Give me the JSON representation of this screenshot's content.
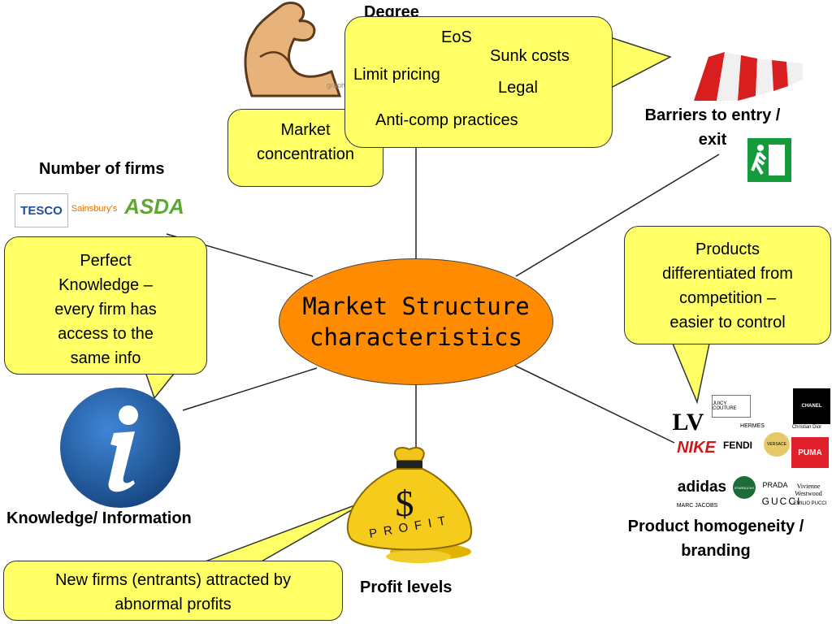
{
  "center": {
    "line1": "Market Structure",
    "line2": "characteristics"
  },
  "top": {
    "title_partial": "Degree",
    "callout": {
      "items": [
        "EoS",
        "Sunk costs",
        "Limit pricing",
        "Legal",
        "Anti-comp practices"
      ]
    },
    "market_concentration": {
      "line1": "Market",
      "line2": "concentration"
    }
  },
  "barriers": {
    "line1": "Barriers to entry /",
    "line2": "exit"
  },
  "number_of_firms": {
    "label": "Number of firms",
    "logos": [
      "TESCO",
      "Sainsbury's",
      "ASDA"
    ]
  },
  "perfect_knowledge": {
    "lines": [
      "Perfect",
      "Knowledge –",
      "every firm has",
      "access to the",
      "same info"
    ]
  },
  "knowledge_label": "Knowledge/ Information",
  "products_bubble": {
    "lines": [
      "Products",
      "differentiated from",
      "competition –",
      "easier to control"
    ]
  },
  "product_homogeneity": {
    "line1": "Product homogeneity /",
    "line2": "branding"
  },
  "brand_logos": [
    "LV",
    "NIKE",
    "FENDI",
    "adidas",
    "PRADA",
    "GUCCI",
    "PUMA",
    "Vivienne Westwood",
    "MARC JACOBS",
    "HERMES",
    "Christian Dior",
    "VERSACE",
    "EMILIO PUCCI",
    "STARBUCKS",
    "JUICY COUTURE",
    "CHANEL"
  ],
  "profit": {
    "label": "Profit levels",
    "bag_symbol": "$",
    "bag_text": "PROFIT"
  },
  "new_firms": {
    "line1": "New firms (entrants) attracted by",
    "line2": "abnormal profits"
  },
  "arm_watermark": "graphics factory",
  "colors": {
    "bubble": "#ffff66",
    "center": "#ff8c00",
    "info_blue": "#1f5fa6"
  },
  "icons": [
    "flexed-arm-icon",
    "road-barrier-icon",
    "exit-sign-icon",
    "info-icon",
    "money-bag-icon"
  ]
}
